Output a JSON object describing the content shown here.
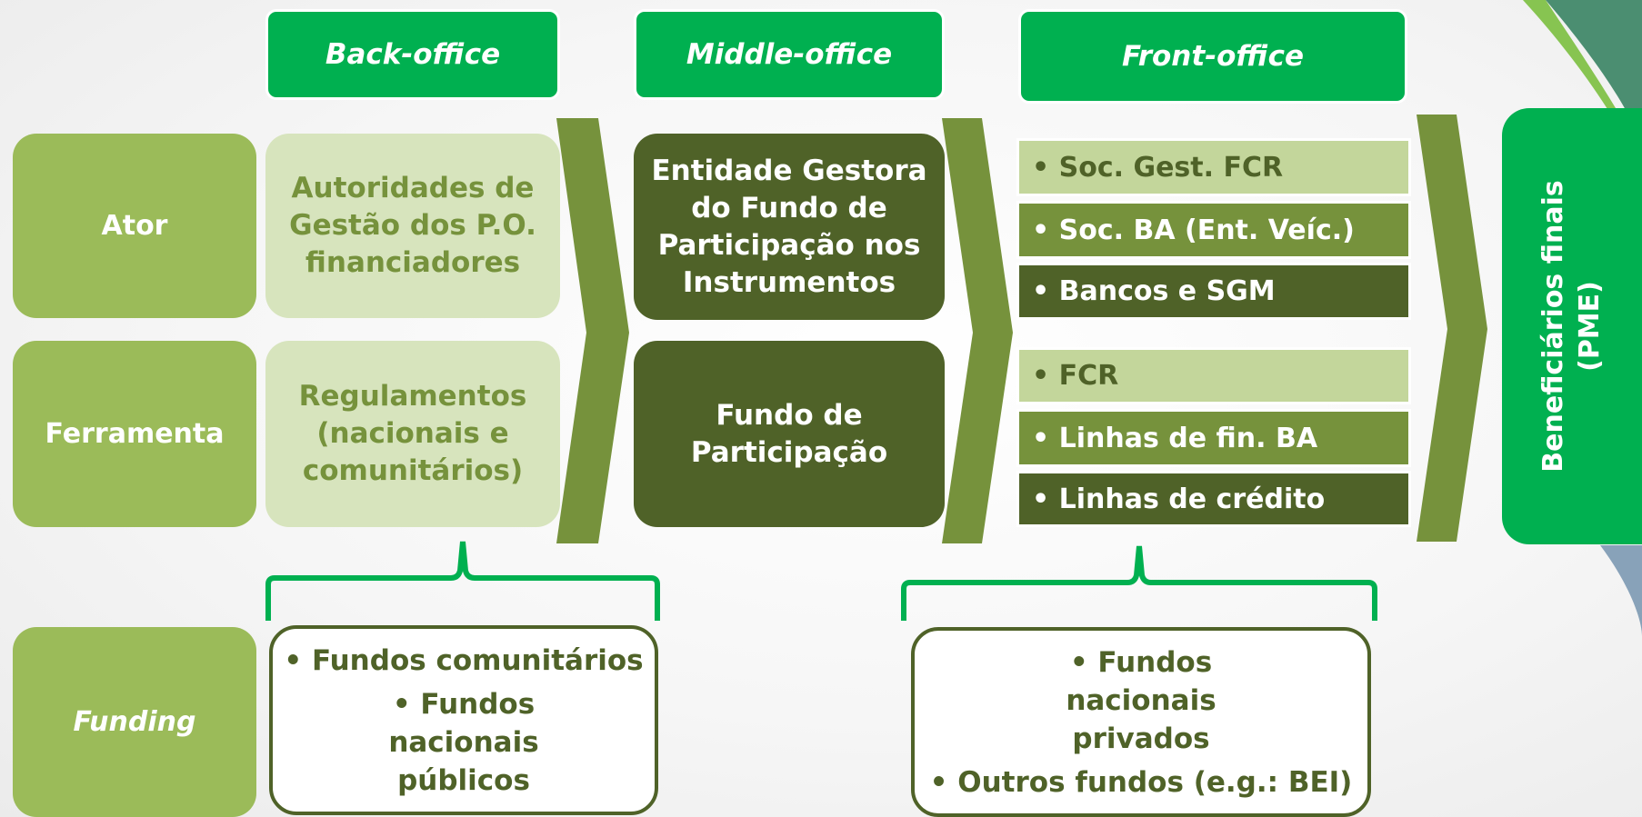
{
  "headers": {
    "back_office": "Back-office",
    "middle_office": "Middle-office",
    "front_office": "Front-office"
  },
  "row_labels": {
    "ator": "Ator",
    "ferramenta": "Ferramenta",
    "funding": "Funding"
  },
  "back_office": {
    "ator": "Autoridades de Gestão dos P.O. financiadores",
    "ferramenta": "Regulamentos (nacionais e comunitários)"
  },
  "middle_office": {
    "ator": "Entidade Gestora do Fundo de Participação nos Instrumentos",
    "ferramenta": "Fundo de Participação"
  },
  "front_office": {
    "ator_items": [
      "• Soc. Gest. FCR",
      "• Soc. BA (Ent. Veíc.)",
      "• Bancos e SGM"
    ],
    "ferramenta_items": [
      "• FCR",
      "• Linhas de fin. BA",
      "• Linhas de crédito"
    ]
  },
  "funding_left": [
    "• Fundos comunitários",
    "• Fundos nacionais públicos"
  ],
  "funding_right": [
    "• Fundos nacionais privados",
    "• Outros fundos (e.g.: BEI)"
  ],
  "beneficiaries": {
    "line1": "Beneficiários finais",
    "line2": "(PME)"
  },
  "colors": {
    "header_green": "#00b050",
    "label_green": "#9bbb59",
    "light_green": "#d7e4bd",
    "dark_olive": "#4f6228",
    "chevron": "#76923c"
  }
}
